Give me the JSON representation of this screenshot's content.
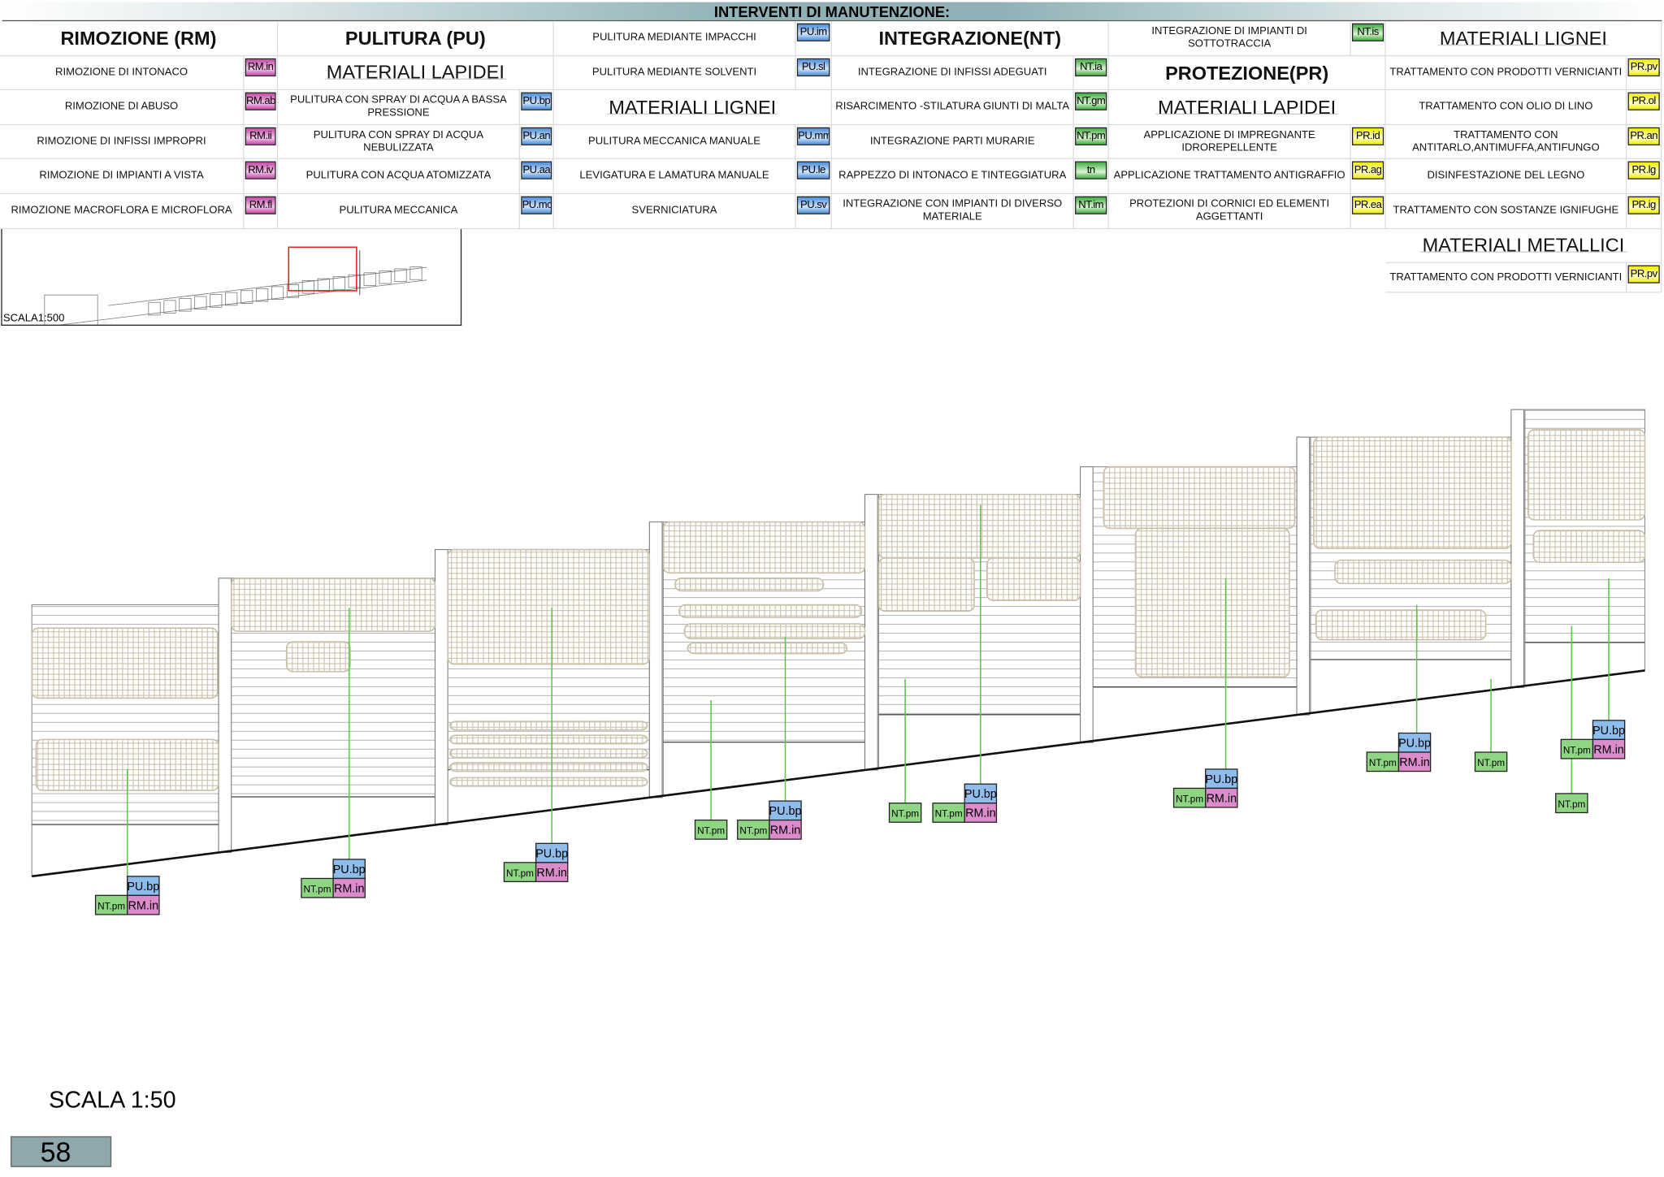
{
  "title": "INTERVENTI DI MANUTENZIONE:",
  "table": {
    "groups": [
      {
        "rows": [
          {
            "type": "heading",
            "text": "RIMOZIONE (RM)"
          },
          {
            "type": "item",
            "text": "RIMOZIONE DI INTONACO",
            "code": "RM.in"
          },
          {
            "type": "item",
            "text": "RIMOZIONE DI ABUSO",
            "code": "RM.ab"
          },
          {
            "type": "item",
            "text": "RIMOZIONE DI INFISSI IMPROPRI",
            "code": "RM.ii"
          },
          {
            "type": "item",
            "text": "RIMOZIONE DI IMPIANTI A VISTA",
            "code": "RM.iv"
          },
          {
            "type": "item",
            "text": "RIMOZIONE MACROFLORA E MICROFLORA",
            "code": "RM.fl"
          }
        ]
      },
      {
        "rows": [
          {
            "type": "heading",
            "text": "PULITURA (PU)"
          },
          {
            "type": "sub",
            "text": "MATERIALI LAPIDEI"
          },
          {
            "type": "item",
            "text": "PULITURA CON SPRAY DI ACQUA A BASSA PRESSIONE",
            "code": "PU.bp"
          },
          {
            "type": "item",
            "text": "PULITURA CON SPRAY DI ACQUA NEBULIZZATA",
            "code": "PU.an"
          },
          {
            "type": "item",
            "text": "PULITURA CON  ACQUA ATOMIZZATA",
            "code": "PU.aa"
          },
          {
            "type": "item",
            "text": "PULITURA MECCANICA",
            "code": "PU.mc"
          }
        ]
      },
      {
        "rows": [
          {
            "type": "item",
            "text": "PULITURA  MEDIANTE IMPACCHI",
            "code": "PU.im"
          },
          {
            "type": "item",
            "text": "PULITURA MEDIANTE SOLVENTI",
            "code": "PU.sl"
          },
          {
            "type": "sub",
            "text": "MATERIALI LIGNEI"
          },
          {
            "type": "item",
            "text": "PULITURA MECCANICA MANUALE",
            "code": "PU.mm"
          },
          {
            "type": "item",
            "text": "LEVIGATURA E LAMATURA MANUALE",
            "code": "PU.le"
          },
          {
            "type": "item",
            "text": "SVERNICIATURA",
            "code": "PU.sv"
          }
        ]
      },
      {
        "rows": [
          {
            "type": "heading",
            "text": "INTEGRAZIONE(NT)"
          },
          {
            "type": "item",
            "text": "INTEGRAZIONE DI INFISSI ADEGUATI",
            "code": "NT.ia"
          },
          {
            "type": "item",
            "text": "RISARCIMENTO -STILATURA GIUNTI DI MALTA",
            "code": "NT.gm"
          },
          {
            "type": "item",
            "text": "INTEGRAZIONE PARTI MURARIE",
            "code": "NT.pm"
          },
          {
            "type": "item",
            "text": "RAPPEZZO DI INTONACO E TINTEGGIATURA",
            "code": "tn"
          },
          {
            "type": "item",
            "text": "INTEGRAZIONE CON IMPIANTI DI DIVERSO MATERIALE",
            "code": "NT.im"
          }
        ]
      },
      {
        "rows": [
          {
            "type": "item",
            "text": "INTEGRAZIONE DI IMPIANTI DI SOTTOTRACCIA",
            "code": "NT.is"
          },
          {
            "type": "heading",
            "text": "PROTEZIONE(PR)"
          },
          {
            "type": "sub",
            "text": "MATERIALI LAPIDEI"
          },
          {
            "type": "item",
            "text": "APPLICAZIONE DI IMPREGNANTE IDROREPELLENTE",
            "code": "PR.id"
          },
          {
            "type": "item",
            "text": "APPLICAZIONE TRATTAMENTO ANTIGRAFFIO",
            "code": "PR.ag"
          },
          {
            "type": "item",
            "text": "PROTEZIONI DI CORNICI ED ELEMENTI AGGETTANTI",
            "code": "PR.ea"
          }
        ]
      },
      {
        "rows": [
          {
            "type": "sub",
            "text": "MATERIALI LIGNEI"
          },
          {
            "type": "item",
            "text": "TRATTAMENTO CON PRODOTTI VERNICIANTI",
            "code": "PR.pv"
          },
          {
            "type": "item",
            "text": "TRATTAMENTO CON OLIO DI LINO",
            "code": "PR.ol"
          },
          {
            "type": "item",
            "text": "TRATTAMENTO CON ANTITARLO,ANTIMUFFA,ANTIFUNGO",
            "code": "PR.an"
          },
          {
            "type": "item",
            "text": "DISINFESTAZIONE DEL LEGNO",
            "code": "PR.lg"
          },
          {
            "type": "item",
            "text": "TRATTAMENTO CON SOSTANZE IGNIFUGHE",
            "code": "PR.ig"
          },
          {
            "type": "sub",
            "text": "MATERIALI METALLICI"
          },
          {
            "type": "item",
            "text": "TRATTAMENTO CON PRODOTTI VERNICIANTI",
            "code": "PR.pv"
          }
        ]
      }
    ]
  },
  "minimap": {
    "scale_label": "SCALA1:500"
  },
  "drawing": {
    "clusters": [
      {
        "labels": [
          "PU.bp",
          "NT.pm",
          "RM.in"
        ]
      },
      {
        "labels": [
          "PU.bp",
          "NT.pm",
          "RM.in"
        ]
      },
      {
        "labels": [
          "PU.bp",
          "NT.pm",
          "RM.in"
        ]
      },
      {
        "labels": [
          "NT.pm"
        ]
      },
      {
        "labels": [
          "PU.bp",
          "NT.pm",
          "RM.in"
        ]
      },
      {
        "labels": [
          "NT.pm"
        ]
      },
      {
        "labels": [
          "PU.bp",
          "NT.pm",
          "RM.in"
        ]
      },
      {
        "labels": [
          "PU.bp",
          "NT.pm",
          "RM.in"
        ]
      },
      {
        "labels": [
          "PU.bp",
          "NT.pm",
          "RM.in"
        ]
      },
      {
        "labels": [
          "NT.pm"
        ]
      },
      {
        "labels": [
          "PU.bp",
          "NT.pm",
          "RM.in"
        ]
      },
      {
        "labels": [
          "NT.pm"
        ]
      }
    ]
  },
  "scale_label": "SCALA 1:50",
  "page_number": "58",
  "colors": {
    "rm": "#c44aa8",
    "pu": "#4d8fdb",
    "nt": "#3fae3f",
    "pr": "#f0ee00",
    "hatch": "#c8bfa8",
    "leader": "#5ec84a"
  }
}
